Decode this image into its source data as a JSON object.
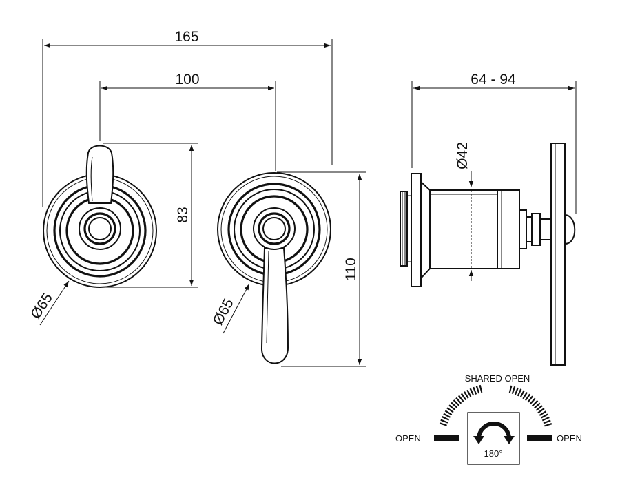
{
  "dimensions": {
    "overall_width": "165",
    "lever_span": "100",
    "lever_height": "83",
    "lever_length": "110",
    "diameter_left": "Ø65",
    "diameter_right": "Ø65",
    "body_diameter": "Ø42",
    "depth_range": "64 - 94"
  },
  "rotation_legend": {
    "top_label": "SHARED OPEN",
    "left_label": "OPEN",
    "right_label": "OPEN",
    "angle_label": "180°"
  },
  "colors": {
    "line": "#111111",
    "background": "#ffffff"
  }
}
